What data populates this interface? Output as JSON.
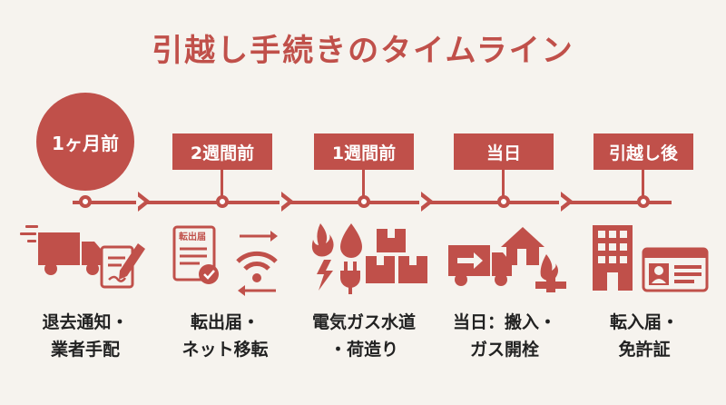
{
  "title": "引越し手続きのタイムライン",
  "colors": {
    "accent": "#c0504a",
    "text": "#222222",
    "background": "#f6f3ee"
  },
  "steps": [
    {
      "label": "1ヶ月前",
      "caption_line1": "退去通知・",
      "caption_line2": "業者手配",
      "icons": [
        "moving-truck-icon",
        "contract-document-icon"
      ]
    },
    {
      "label": "2週間前",
      "caption_line1": "転出届・",
      "caption_line2": "ネット移転",
      "icon_text": "転出届",
      "icons": [
        "moving-out-form-icon",
        "wifi-transfer-icon"
      ]
    },
    {
      "label": "1週間前",
      "caption_line1": "電気ガス水道",
      "caption_line2": "・荷造り",
      "icons": [
        "utilities-icon",
        "boxes-icon"
      ]
    },
    {
      "label": "当日",
      "caption_line1": "当日：搬入・",
      "caption_line2": "ガス開栓",
      "icons": [
        "truck-house-icon",
        "gas-valve-icon"
      ]
    },
    {
      "label": "引越し後",
      "caption_line1": "転入届・",
      "caption_line2": "免許証",
      "icons": [
        "office-building-icon",
        "id-card-icon"
      ]
    }
  ]
}
